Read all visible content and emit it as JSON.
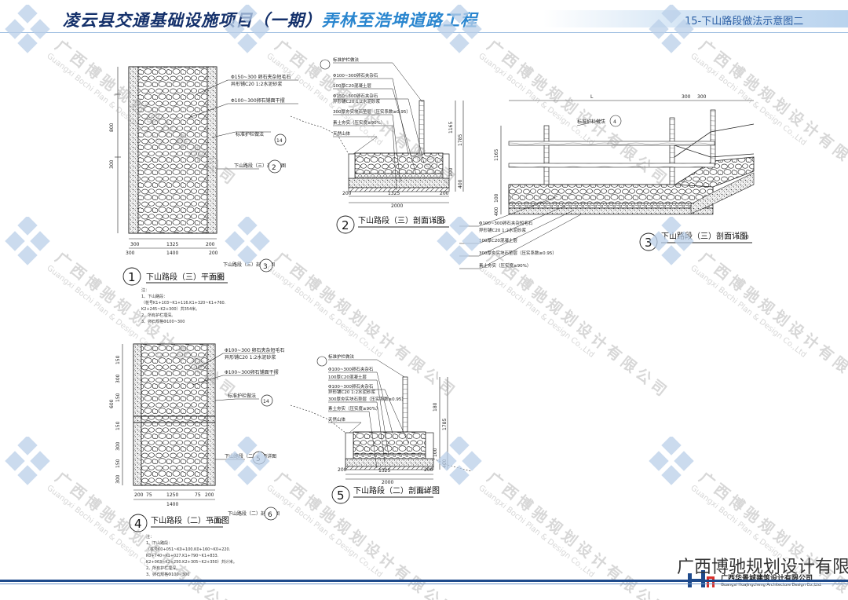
{
  "header": {
    "title_part1": "凌云县交通基础设施项目（一期）",
    "title_part2": "弄林至浩坤道路工程",
    "sheet_code": "15-下山路段做法示意图二"
  },
  "footer": {
    "company": "广西博驰规划设计有限公司",
    "org_cn": "广西华景城建筑设计有限公司",
    "org_en": "Guangxi Huajingcheng Architecture Design Co.,Ltd."
  },
  "watermark": {
    "cn": "广西博驰规划设计有限公司",
    "en": "Guangxi Bochi Plan & Design Co.,Ltd"
  },
  "colors": {
    "navy": "#15316b",
    "blue": "#2a86cf",
    "diamond": "#b9cfe8",
    "line": "#222222"
  },
  "drawings": {
    "d1": {
      "number": "1",
      "title": "下山路段（三）平面图",
      "scale": "1:30",
      "labels": [
        "Φ150~300 卵石夹杂短毛石",
        "异形铺C20  1:2水泥砂浆",
        "Φ100~300卵石铺面干摆",
        "标准护栏做法",
        "下山路段（三）剖面详图"
      ],
      "dims": [
        "300",
        "1325",
        "200",
        "1400",
        "300",
        "200"
      ],
      "callouts": [
        "14",
        "2",
        "3"
      ],
      "vdims": [
        "300",
        "800"
      ],
      "notes": [
        "注：",
        "1、下山路段：",
        "（桩号K1+103~K1+116.K1+320~K1+760.",
        "K2+245~K2+300）共354米。",
        "2、所有护栏埋深。",
        "3、卵石规格Φ100~300"
      ]
    },
    "d2": {
      "number": "2",
      "title": "下山路段（三）剖面详图",
      "scale": "1:30",
      "labels": [
        "标准护栏做法",
        "Φ100~300卵石夹杂石",
        "100厚C20混凝土层",
        "Φ150~300卵石夹杂石",
        "异形铺C20 1:2水泥砂浆",
        "300厚夯实块石垫层（压实系数≥0.95）",
        "素土夯实（压实度≥90%）",
        "天然山体"
      ],
      "dims": [
        "200",
        "1325",
        "200",
        "2000"
      ],
      "vdims": [
        "1165",
        "1785",
        "100",
        "400"
      ]
    },
    "d3": {
      "number": "3",
      "title": "下山路段（三）剖面详图",
      "scale": "1:30",
      "labels": [
        "标准护栏做法",
        "Φ100~300卵石夹杂短毛石",
        "异形铺C20  1:2水泥砂浆",
        "100厚C20混凝土层",
        "300厚夯实块石垫层（压实系数≥0.95）",
        "素土夯实（压实度≥90%）"
      ],
      "dims": [
        "L",
        "300",
        "300"
      ],
      "vdims": [
        "1165",
        "100",
        "400"
      ],
      "callouts": [
        "4"
      ]
    },
    "d4": {
      "number": "4",
      "title": "下山路段（二）平面图",
      "scale": "1:30",
      "labels": [
        "Φ100~300 卵石夹杂短毛石",
        "异形铺C20  1:2水泥砂浆",
        "Φ100~300卵石铺面干摆",
        "标准护栏做法",
        "下山路段（二）剖面详图",
        "下山路段（二）剖面详图"
      ],
      "dims": [
        "200",
        "75",
        "1250",
        "75",
        "200",
        "1400"
      ],
      "vdims": [
        "150",
        "300",
        "150",
        "600",
        "150",
        "300",
        "150",
        "300"
      ],
      "callouts": [
        "14",
        "5",
        "6"
      ],
      "notes": [
        "注：",
        "1、下山路段：",
        "（桩号K0+051~K0+100.K0+160~K0+220.",
        "K0+740~K1+027.K1+790~K1+833.",
        "K2+063~K2+250.K2+305~K2+350）共计米。",
        "2、所有护栏埋深。",
        "3、卵石规格Φ100~300"
      ]
    },
    "d5": {
      "number": "5",
      "title": "下山路段（二）剖面详图",
      "scale": "1:30",
      "labels": [
        "标准护栏做法",
        "Φ100~300卵石夹杂石",
        "100厚C20混凝土层",
        "Φ100~300卵石夹杂石",
        "异形铺C20 1:2水泥砂浆",
        "300厚夯实块石垫层（压实系数≥0.95）",
        "素土夯实（压实度≥90%）",
        "天然山体"
      ],
      "dims": [
        "200",
        "1325",
        "200",
        "2000"
      ],
      "vdims": [
        "180",
        "1785",
        "100",
        "400"
      ]
    }
  }
}
